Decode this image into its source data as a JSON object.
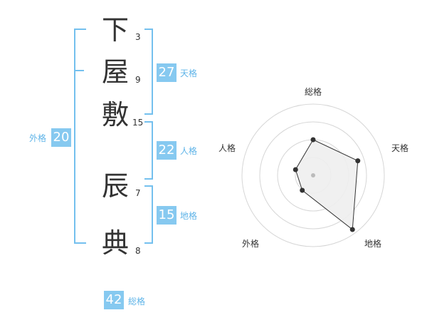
{
  "name": {
    "characters": [
      {
        "char": "下",
        "strokes": "3"
      },
      {
        "char": "屋",
        "strokes": "9"
      },
      {
        "char": "敷",
        "strokes": "15"
      },
      {
        "char": "辰",
        "strokes": "7"
      },
      {
        "char": "典",
        "strokes": "8"
      }
    ]
  },
  "kaku": {
    "tenkaku": {
      "value": "27",
      "label": "天格"
    },
    "jinkaku": {
      "value": "22",
      "label": "人格"
    },
    "chikaku": {
      "value": "15",
      "label": "地格"
    },
    "gaikaku": {
      "value": "20",
      "label": "外格"
    },
    "soukaku": {
      "value": "42",
      "label": "総格"
    }
  },
  "radar": {
    "axes": [
      "総格",
      "天格",
      "地格",
      "外格",
      "人格"
    ],
    "levels": 4,
    "values": [
      0.5,
      0.66,
      0.94,
      0.26,
      0.26
    ],
    "colors": {
      "grid": "#d6d6d6",
      "fill": "#eeeeee",
      "line": "#333333",
      "point": "#333333",
      "center": "#bbbbbb"
    }
  },
  "colors": {
    "accent": "#86c9f0",
    "bracket": "#74c0ee",
    "label": "#5fb4e8"
  }
}
